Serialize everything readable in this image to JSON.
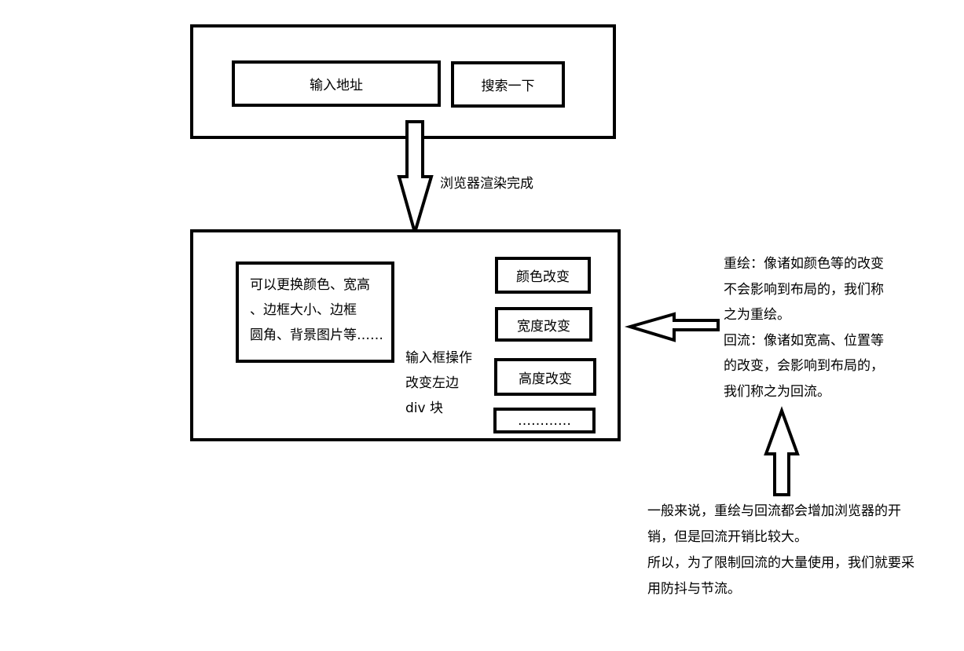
{
  "top_panel": {
    "input_label": "输入地址",
    "search_label": "搜索一下"
  },
  "render_label": "浏览器渲染完成",
  "bottom_panel": {
    "description": "可以更换颜色、宽高\n、边框大小、边框\n圆角、背景图片等……",
    "input_op_label": "输入框操作\n改变左边\ndiv 块",
    "buttons": [
      "颜色改变",
      "宽度改变",
      "高度改变",
      "…………"
    ]
  },
  "explanation": {
    "lines": [
      "重绘：像诸如颜色等的改变",
      "不会影响到布局的，我们称",
      "之为重绘。",
      "回流：像诸如宽高、位置等",
      "的改变，会影响到布局的，",
      "我们称之为回流。"
    ]
  },
  "conclusion": {
    "lines": [
      "一般来说，重绘与回流都会增加浏览器的开",
      "销，但是回流开销比较大。",
      "所以，为了限制回流的大量使用，我们就要采",
      "用防抖与节流。"
    ]
  }
}
